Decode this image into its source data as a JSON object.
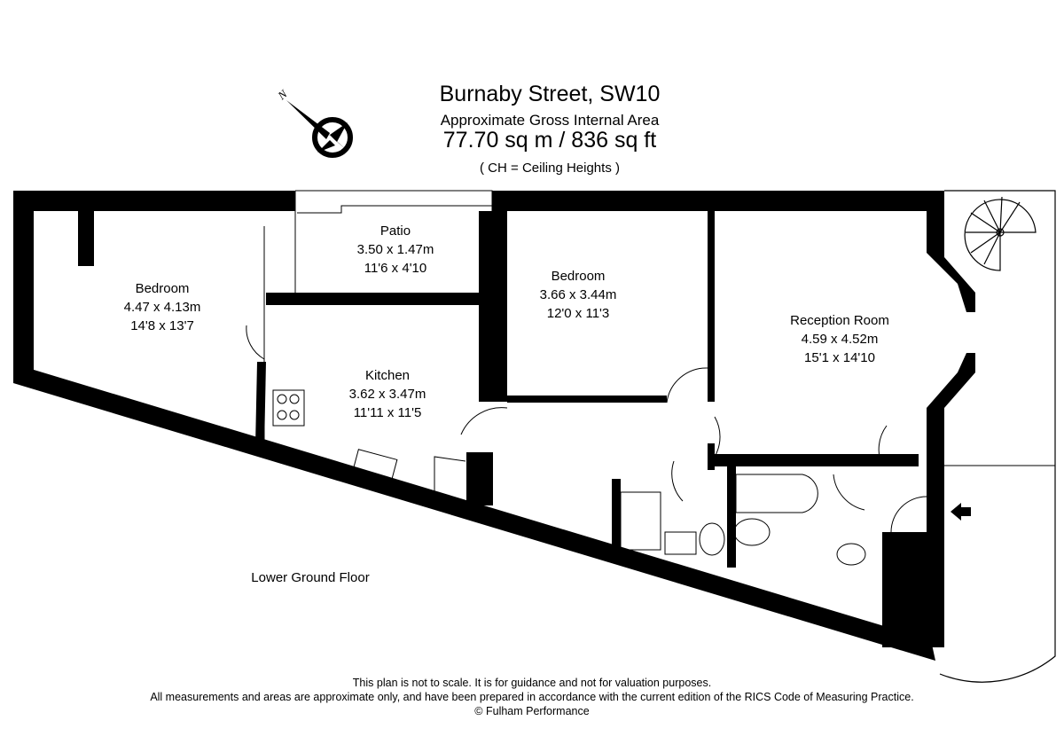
{
  "header": {
    "title": "Burnaby Street, SW10",
    "subtitle": "Approximate Gross Internal Area",
    "area": "77.70 sq m  /  836 sq ft",
    "note": "( CH = Ceiling Heights )"
  },
  "compass": {
    "icon": "compass-north-icon",
    "label": "N"
  },
  "floor_label": "Lower Ground Floor",
  "rooms": [
    {
      "name": "Bedroom",
      "metric": "4.47 x 4.13m",
      "imperial": "14'8 x 13'7"
    },
    {
      "name": "Patio",
      "metric": "3.50 x 1.47m",
      "imperial": "11'6 x 4'10"
    },
    {
      "name": "Kitchen",
      "metric": "3.62 x 3.47m",
      "imperial": "11'11 x 11'5"
    },
    {
      "name": "Bedroom",
      "metric": "3.66 x 3.44m",
      "imperial": "12'0 x 11'3"
    },
    {
      "name": "Reception Room",
      "metric": "4.59 x 4.52m",
      "imperial": "15'1 x 14'10"
    }
  ],
  "footer": {
    "line1": "This plan is not to scale. It is for guidance and not for valuation purposes.",
    "line2": "All measurements and areas are approximate only, and have been prepared in accordance with the current edition of the RICS Code of Measuring Practice.",
    "line3": "© Fulham Performance"
  },
  "colors": {
    "wall": "#000000",
    "background": "#ffffff"
  }
}
